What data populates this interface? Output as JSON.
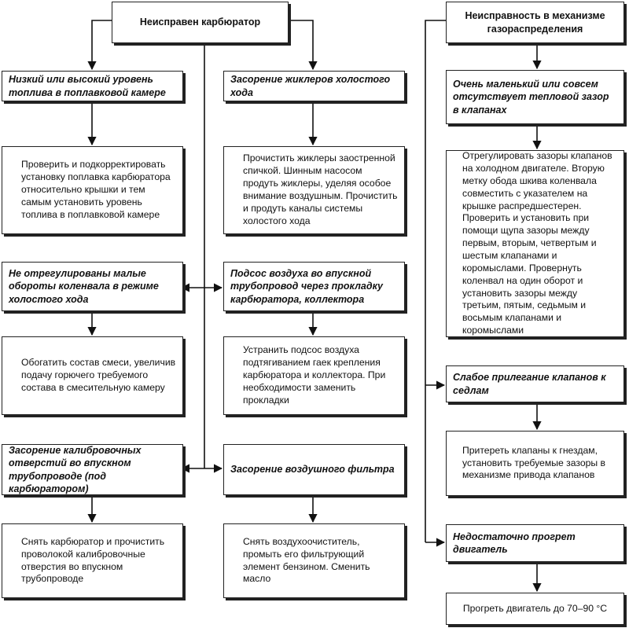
{
  "left_tree": {
    "title": "Неисправен карбюратор",
    "branches": [
      {
        "cause": "Низкий или высокий уровень топлива в поплавковой камере",
        "action": "Проверить и подкорректировать установку поплавка карбюратора относительно крышки и тем самым установить уровень топлива в поплавковой камере"
      },
      {
        "cause": "Засорение жиклеров холостого хода",
        "action": "Прочистить жиклеры заостренной спичкой. Шинным насосом продуть жиклеры, уделяя особое внимание воздушным. Прочистить и продуть каналы системы холостого хода"
      },
      {
        "cause": "Не отрегулированы малые обороты коленвала в режиме холостого хода",
        "action": "Обогатить состав смеси, увеличив подачу горючего требуемого состава в смесительную камеру"
      },
      {
        "cause": "Подсос воздуха во впускной трубопровод через прокладку карбюратора, коллектора",
        "action": "Устранить подсос воздуха подтягиванием гаек крепления карбюратора и коллектора. При необходимости заменить прокладки"
      },
      {
        "cause": "Засорение калибровочных отверстий во впускном трубопроводе (под карбюратором)",
        "action": "Снять карбюратор и прочистить проволокой калибровочные отверстия во впускном трубопроводе"
      },
      {
        "cause": "Засорение воздушного фильтра",
        "action": "Снять воздухоочиститель, промыть его фильтрующий элемент бензином. Сменить масло"
      }
    ]
  },
  "right_tree": {
    "title": "Неисправность в механизме газораспределения",
    "branches": [
      {
        "cause": "Очень маленький или совсем отсутствует тепловой зазор в клапанах",
        "action": "Отрегулировать зазоры клапанов на холодном двигателе. Вторую метку обода шкива коленвала совместить с указателем на крышке распредшестерен. Проверить и установить при помощи щупа зазоры между первым, вторым, четвертым и шестым клапанами и коромыслами. Провернуть коленвал на один оборот и установить зазоры между третьим, пятым, седьмым и восьмым клапанами и коромыслами"
      },
      {
        "cause": "Слабое прилегание клапанов к седлам",
        "action": "Притереть клапаны к гнездам, установить требуемые зазоры в механизме привода клапанов"
      },
      {
        "cause": "Недостаточно прогрет двигатель",
        "action": "Прогреть двигатель до 70–90 °С"
      }
    ]
  }
}
